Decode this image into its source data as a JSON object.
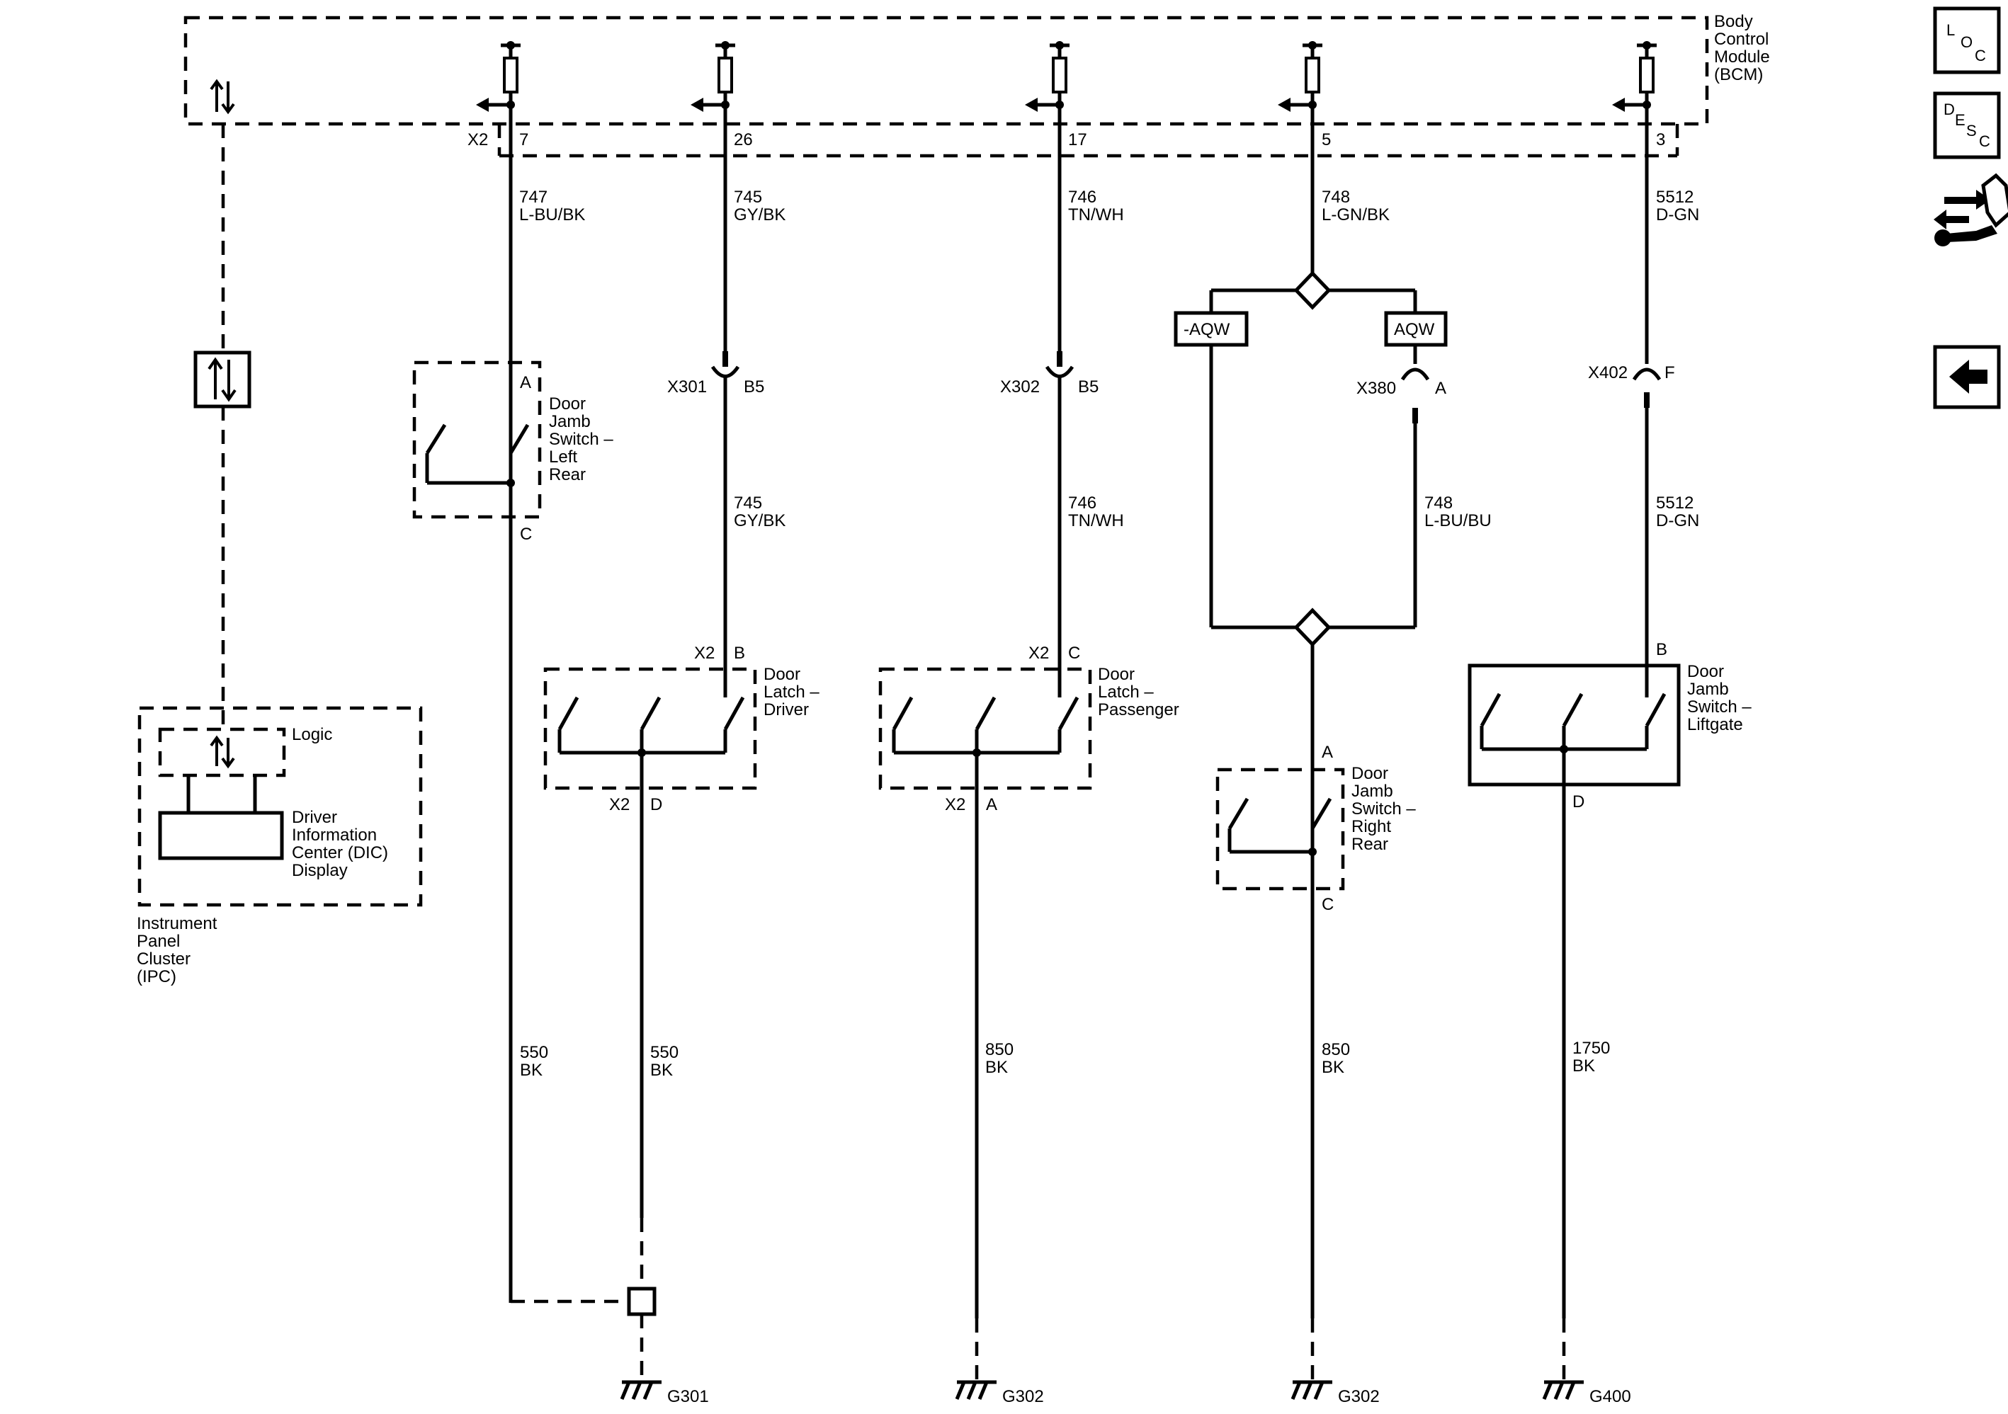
{
  "bcm": {
    "lines": [
      "Body",
      "Control",
      "Module",
      "(BCM)"
    ]
  },
  "ipc": {
    "lines": [
      "Instrument",
      "Panel",
      "Cluster",
      "(IPC)"
    ]
  },
  "logic_label": "Logic",
  "dic": {
    "lines": [
      "Driver",
      "Information",
      "Center (DIC)",
      "Display"
    ]
  },
  "bcm_connector": "X2",
  "pins": [
    "7",
    "26",
    "17",
    "5",
    "3"
  ],
  "circuits": [
    {
      "num": "747",
      "color": "L-BU/BK"
    },
    {
      "num": "745",
      "color": "GY/BK"
    },
    {
      "num": "746",
      "color": "TN/WH"
    },
    {
      "num": "748",
      "color": "L-GN/BK"
    },
    {
      "num": "5512",
      "color": "D-GN"
    }
  ],
  "inline": {
    "x301": {
      "name": "X301",
      "pin": "B5",
      "num": "745",
      "color": "GY/BK"
    },
    "x302": {
      "name": "X302",
      "pin": "B5",
      "num": "746",
      "color": "TN/WH"
    },
    "x380": {
      "name": "X380",
      "pin": "A",
      "num": "748",
      "color": "L-BU/BU"
    },
    "x402": {
      "name": "X402",
      "pin": "F",
      "num": "5512",
      "color": "D-GN"
    }
  },
  "options": {
    "neg": "-AQW",
    "pos": "AQW"
  },
  "components": {
    "lr": {
      "lines": [
        "Door",
        "Jamb",
        "Switch –",
        "Left",
        "Rear"
      ],
      "pin_top": "A",
      "pin_bot": "C"
    },
    "driver": {
      "lines": [
        "Door",
        "Latch –",
        "Driver"
      ],
      "conn_top": "X2",
      "pin_top": "B",
      "conn_bot": "X2",
      "pin_bot": "D"
    },
    "pass": {
      "lines": [
        "Door",
        "Latch –",
        "Passenger"
      ],
      "conn_top": "X2",
      "pin_top": "C",
      "conn_bot": "X2",
      "pin_bot": "A"
    },
    "rr": {
      "lines": [
        "Door",
        "Jamb",
        "Switch –",
        "Right",
        "Rear"
      ],
      "pin_top": "A",
      "pin_bot": "C"
    },
    "lift": {
      "lines": [
        "Door",
        "Jamb",
        "Switch –",
        "Liftgate"
      ],
      "pin_top": "B",
      "pin_bot": "D"
    }
  },
  "grounds": [
    {
      "num": "550",
      "color": "BK"
    },
    {
      "num": "550",
      "color": "BK"
    },
    {
      "num": "850",
      "color": "BK"
    },
    {
      "num": "850",
      "color": "BK"
    },
    {
      "num": "1750",
      "color": "BK"
    }
  ],
  "ground_labels": [
    "G301",
    "G302",
    "G302",
    "G400"
  ],
  "nav": {
    "loc": [
      "L",
      "O",
      "C"
    ],
    "desc": [
      "D",
      "E",
      "S",
      "C"
    ]
  }
}
